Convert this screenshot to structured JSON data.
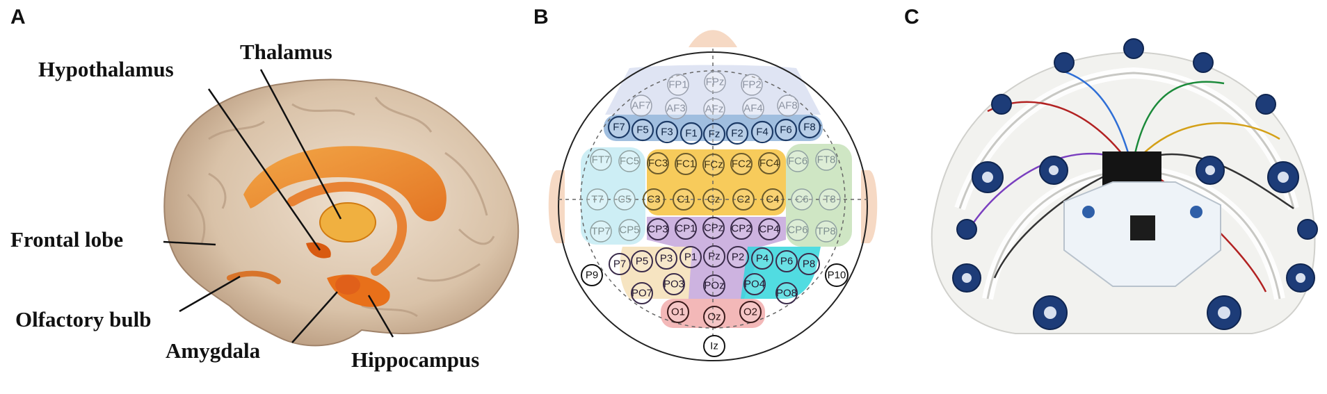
{
  "panels": {
    "a": "A",
    "b": "B",
    "c": "C"
  },
  "brain_labels": {
    "hypothalamus": "Hypothalamus",
    "thalamus": "Thalamus",
    "frontal_lobe": "Frontal lobe",
    "olfactory_bulb": "Olfactory bulb",
    "amygdala": "Amygdala",
    "hippocampus": "Hippocampus"
  },
  "eeg": {
    "colors": {
      "prefrontal": "#dfe4f3",
      "frontal_band": "#8fb3d9",
      "temporal_left": "#cdeef5",
      "central": "#f6c23e",
      "temporal_right": "#cfe6c4",
      "parietal": "#cdb3e0",
      "parietal_left": "#f6e4c1",
      "parietal_right": "#33d6dc",
      "occipital": "#f3b8b8",
      "ears_nose": "#f6d9c4"
    },
    "electrodes": [
      {
        "label": "FP1",
        "region": "prefrontal"
      },
      {
        "label": "FPz",
        "region": "prefrontal"
      },
      {
        "label": "FP2",
        "region": "prefrontal"
      },
      {
        "label": "AF7",
        "region": "prefrontal"
      },
      {
        "label": "AF3",
        "region": "prefrontal"
      },
      {
        "label": "AFz",
        "region": "prefrontal"
      },
      {
        "label": "AF4",
        "region": "prefrontal"
      },
      {
        "label": "AF8",
        "region": "prefrontal"
      },
      {
        "label": "F7",
        "region": "frontal"
      },
      {
        "label": "F5",
        "region": "frontal"
      },
      {
        "label": "F3",
        "region": "frontal"
      },
      {
        "label": "F1",
        "region": "frontal"
      },
      {
        "label": "Fz",
        "region": "frontal"
      },
      {
        "label": "F2",
        "region": "frontal"
      },
      {
        "label": "F4",
        "region": "frontal"
      },
      {
        "label": "F6",
        "region": "frontal"
      },
      {
        "label": "F8",
        "region": "frontal"
      },
      {
        "label": "FT7",
        "region": "temporal"
      },
      {
        "label": "FC5",
        "region": "temporal"
      },
      {
        "label": "FC3",
        "region": "central"
      },
      {
        "label": "FC1",
        "region": "central"
      },
      {
        "label": "FCz",
        "region": "central"
      },
      {
        "label": "FC2",
        "region": "central"
      },
      {
        "label": "FC4",
        "region": "central"
      },
      {
        "label": "FC6",
        "region": "temporal"
      },
      {
        "label": "FT8",
        "region": "temporal"
      },
      {
        "label": "T7",
        "region": "temporal"
      },
      {
        "label": "C5",
        "region": "temporal"
      },
      {
        "label": "C3",
        "region": "central"
      },
      {
        "label": "C1",
        "region": "central"
      },
      {
        "label": "Cz",
        "region": "central"
      },
      {
        "label": "C2",
        "region": "central"
      },
      {
        "label": "C4",
        "region": "central"
      },
      {
        "label": "C6",
        "region": "temporal"
      },
      {
        "label": "T8",
        "region": "temporal"
      },
      {
        "label": "TP7",
        "region": "temporal"
      },
      {
        "label": "CP5",
        "region": "temporal"
      },
      {
        "label": "CP3",
        "region": "parietal"
      },
      {
        "label": "CP1",
        "region": "parietal"
      },
      {
        "label": "CPz",
        "region": "parietal"
      },
      {
        "label": "CP2",
        "region": "parietal"
      },
      {
        "label": "CP4",
        "region": "parietal"
      },
      {
        "label": "CP6",
        "region": "temporal"
      },
      {
        "label": "TP8",
        "region": "temporal"
      },
      {
        "label": "P9",
        "region": "outer"
      },
      {
        "label": "P7",
        "region": "parietal"
      },
      {
        "label": "P5",
        "region": "parietal"
      },
      {
        "label": "P3",
        "region": "parietal"
      },
      {
        "label": "P1",
        "region": "parietal"
      },
      {
        "label": "Pz",
        "region": "parietal"
      },
      {
        "label": "P2",
        "region": "parietal"
      },
      {
        "label": "P4",
        "region": "parietal"
      },
      {
        "label": "P6",
        "region": "parietal"
      },
      {
        "label": "P8",
        "region": "parietal"
      },
      {
        "label": "P10",
        "region": "outer"
      },
      {
        "label": "PO7",
        "region": "parietal"
      },
      {
        "label": "PO3",
        "region": "parietal"
      },
      {
        "label": "POz",
        "region": "parietal"
      },
      {
        "label": "PO4",
        "region": "parietal"
      },
      {
        "label": "PO8",
        "region": "parietal"
      },
      {
        "label": "O1",
        "region": "occipital"
      },
      {
        "label": "Oz",
        "region": "occipital"
      },
      {
        "label": "O2",
        "region": "occipital"
      },
      {
        "label": "Iz",
        "region": "outer"
      }
    ]
  }
}
